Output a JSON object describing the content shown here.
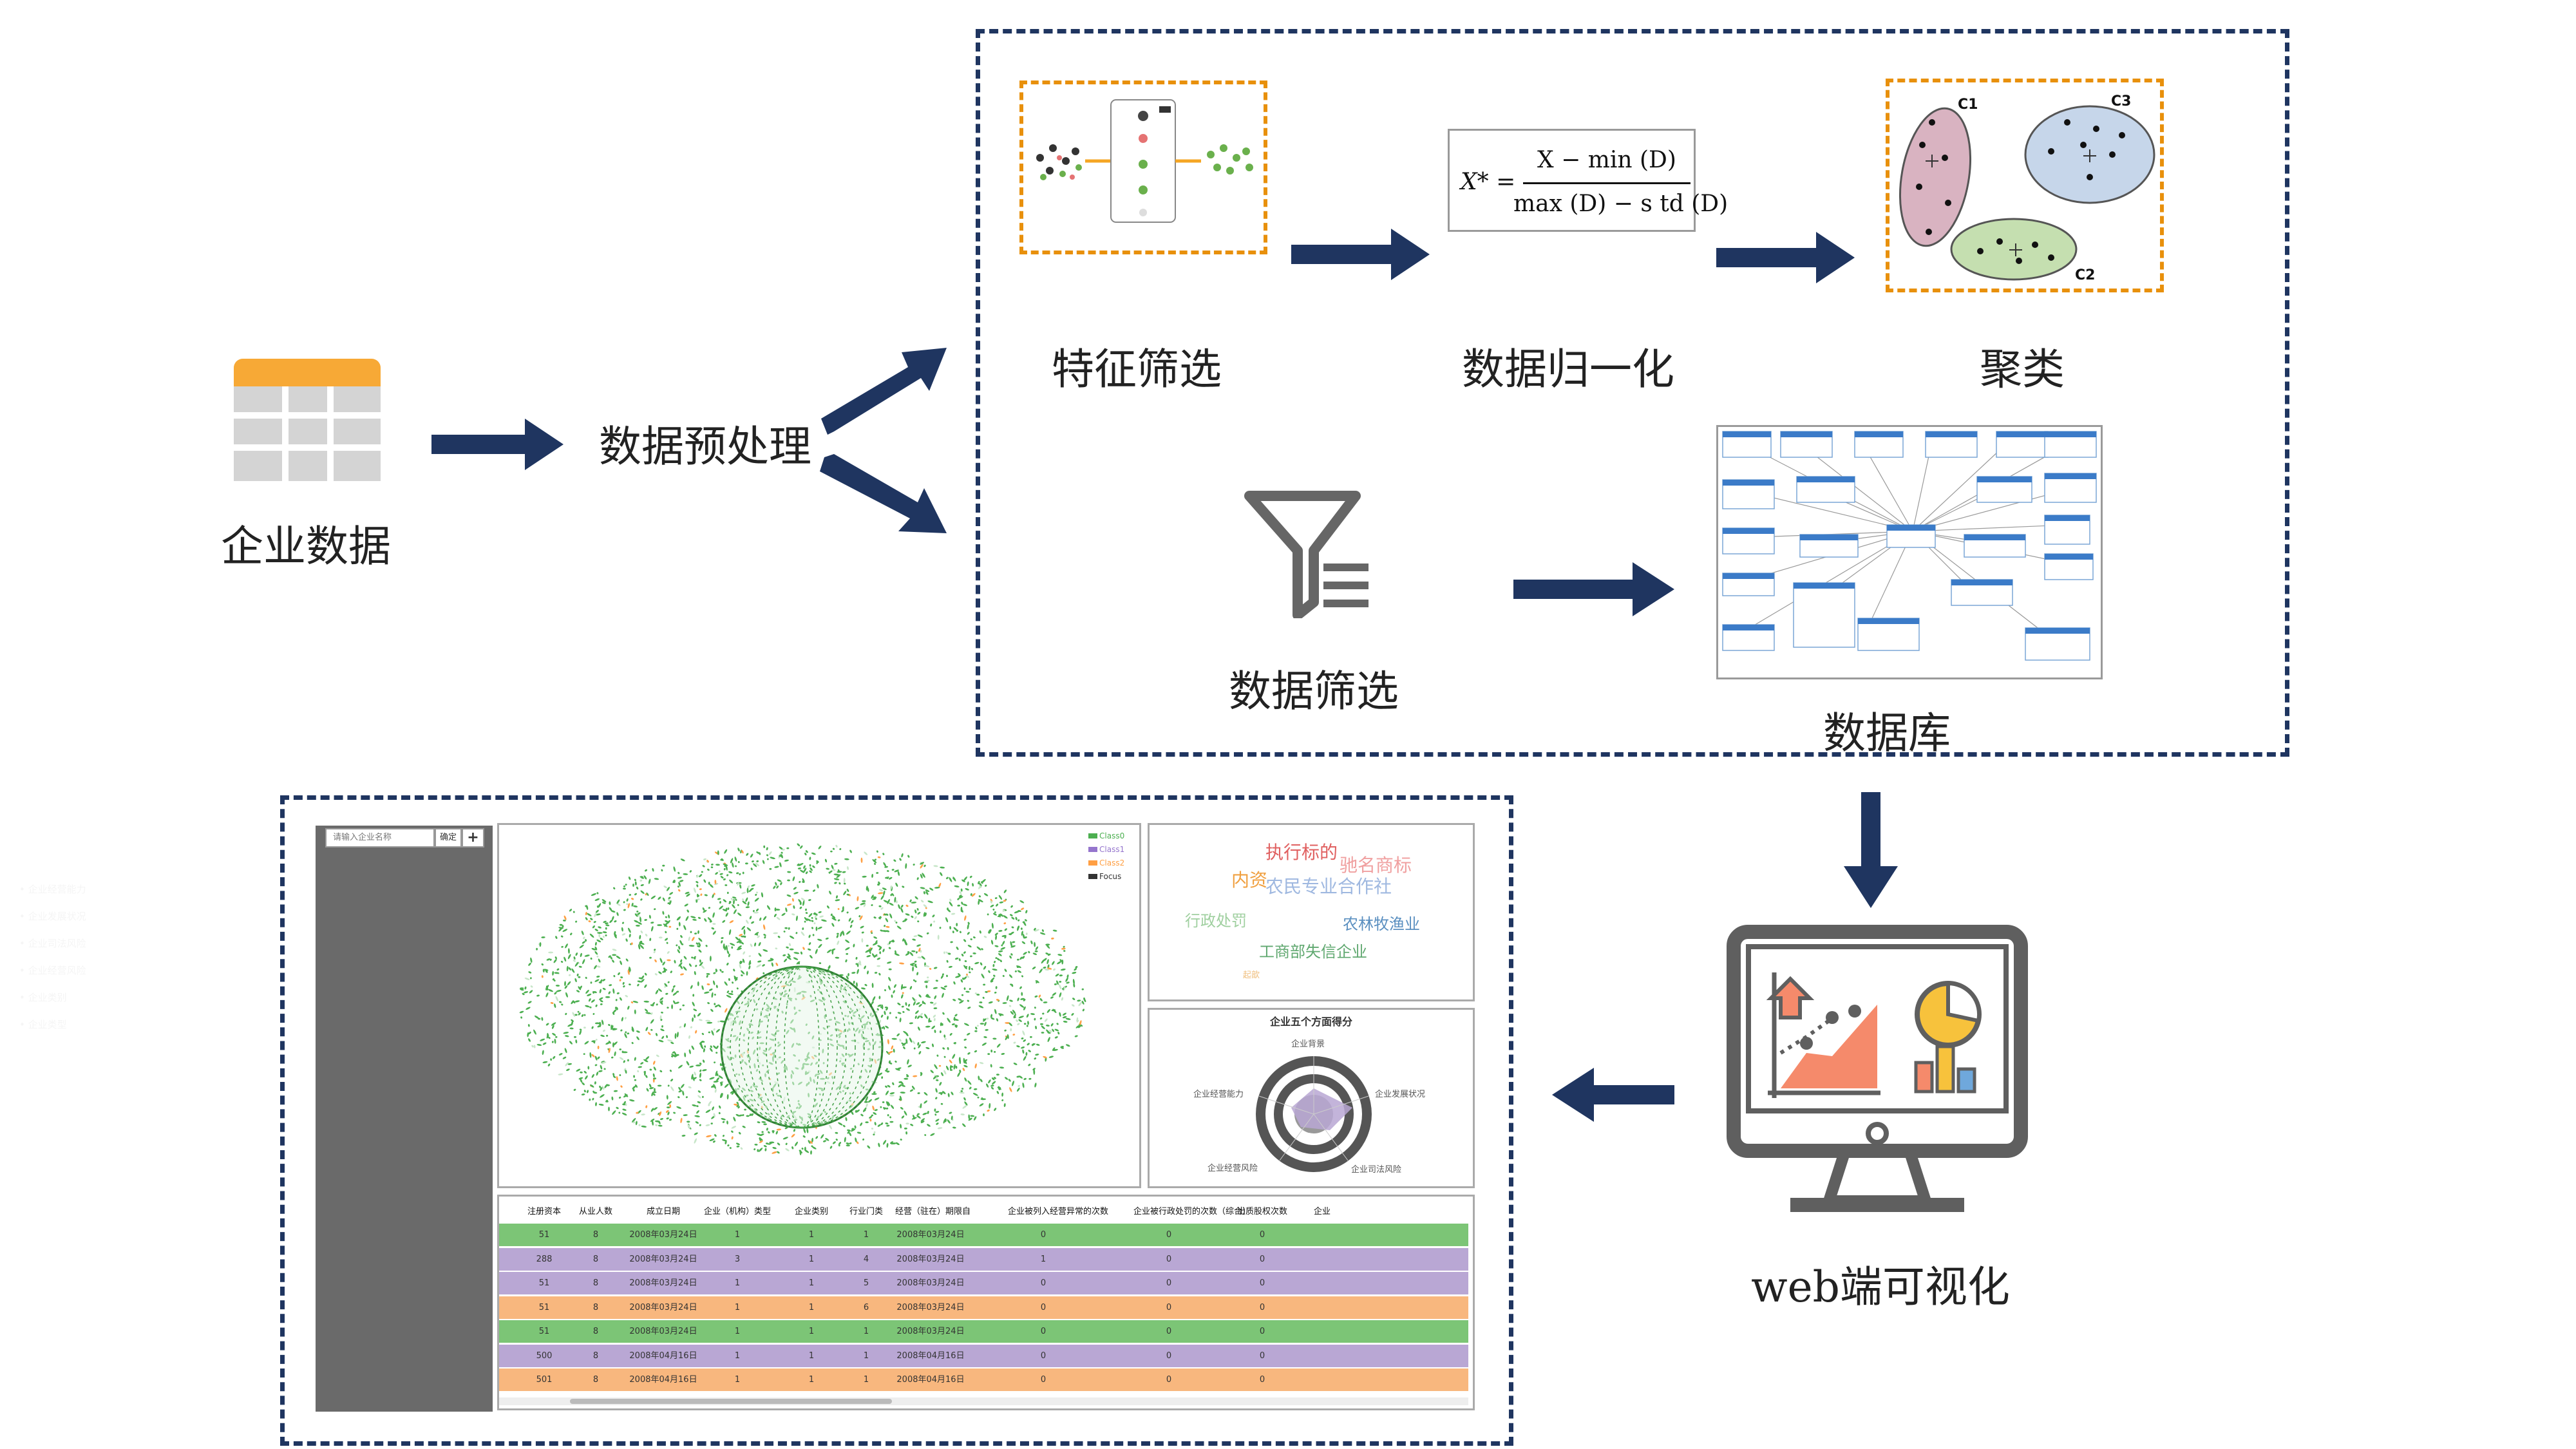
{
  "labels": {
    "enterprise_data": "企业数据",
    "preprocess": "数据预处理",
    "feature_select": "特征筛选",
    "normalize": "数据归一化",
    "cluster": "聚类",
    "data_filter": "数据筛选",
    "database": "数据库",
    "web_vis": "web端可视化"
  },
  "formula": {
    "lhs": "X* =",
    "numerator": "X − min (D)",
    "denominator": "max (D) − s td (D)"
  },
  "cluster_labels": {
    "c1": "C1",
    "c2": "C2",
    "c3": "C3"
  },
  "screenshot": {
    "search_placeholder": "请输入企业名称",
    "confirm_label": "确定",
    "add_label": "+",
    "menu": [
      "企业经营能力",
      "企业发展状况",
      "企业司法风险",
      "企业经营风险",
      "企业类别",
      "企业类型"
    ],
    "legend": [
      "Class0",
      "Class1",
      "Class2",
      "Focus"
    ],
    "wordcloud": [
      {
        "text": "执行标的",
        "color": "#e06060"
      },
      {
        "text": "驰名商标",
        "color": "#f0a0a0"
      },
      {
        "text": "内资",
        "color": "#f0a040"
      },
      {
        "text": "农民专业合作社",
        "color": "#9fb8e0"
      },
      {
        "text": "行政处罚",
        "color": "#a0d0a0"
      },
      {
        "text": "农林牧渔业",
        "color": "#5a8fc0"
      },
      {
        "text": "工商部失信企业",
        "color": "#60a870"
      },
      {
        "text": "起歆",
        "color": "#f0c080"
      }
    ],
    "radar": {
      "title": "企业五个方面得分",
      "axes": [
        "企业背景",
        "企业发展状况",
        "企业司法风险",
        "企业经营风险",
        "企业经营能力"
      ]
    },
    "table": {
      "headers": [
        "注册资本",
        "从业人数",
        "成立日期",
        "企业（机构）类型",
        "企业类别",
        "行业门类",
        "经营（驻在）期限自",
        "企业被列入经营异常的次数",
        "企业被行政处罚的次数（综合）",
        "出质股权次数",
        "企业"
      ],
      "rows": [
        {
          "color": "#7cc576",
          "cells": [
            "51",
            "8",
            "2008年03月24日",
            "1",
            "1",
            "1",
            "2008年03月24日",
            "0",
            "0",
            "0"
          ]
        },
        {
          "color": "#b9a7d4",
          "cells": [
            "288",
            "8",
            "2008年03月24日",
            "3",
            "1",
            "4",
            "2008年03月24日",
            "1",
            "0",
            "0"
          ]
        },
        {
          "color": "#b9a7d4",
          "cells": [
            "51",
            "8",
            "2008年03月24日",
            "1",
            "1",
            "5",
            "2008年03月24日",
            "0",
            "0",
            "0"
          ]
        },
        {
          "color": "#f8b77e",
          "cells": [
            "51",
            "8",
            "2008年03月24日",
            "1",
            "1",
            "6",
            "2008年03月24日",
            "0",
            "0",
            "0"
          ]
        },
        {
          "color": "#7cc576",
          "cells": [
            "51",
            "8",
            "2008年03月24日",
            "1",
            "1",
            "1",
            "2008年03月24日",
            "0",
            "0",
            "0"
          ]
        },
        {
          "color": "#b9a7d4",
          "cells": [
            "500",
            "8",
            "2008年04月16日",
            "1",
            "1",
            "1",
            "2008年04月16日",
            "0",
            "0",
            "0"
          ]
        },
        {
          "color": "#f8b77e",
          "cells": [
            "501",
            "8",
            "2008年04月16日",
            "1",
            "1",
            "1",
            "2008年04月16日",
            "0",
            "0",
            "0"
          ]
        }
      ]
    }
  },
  "colors": {
    "arrow": "#1f3560",
    "orange_dash": "#e8900c",
    "cluster1": "#d9b3c1",
    "cluster2": "#c5dfb0",
    "cluster3": "#c6d6ea"
  }
}
